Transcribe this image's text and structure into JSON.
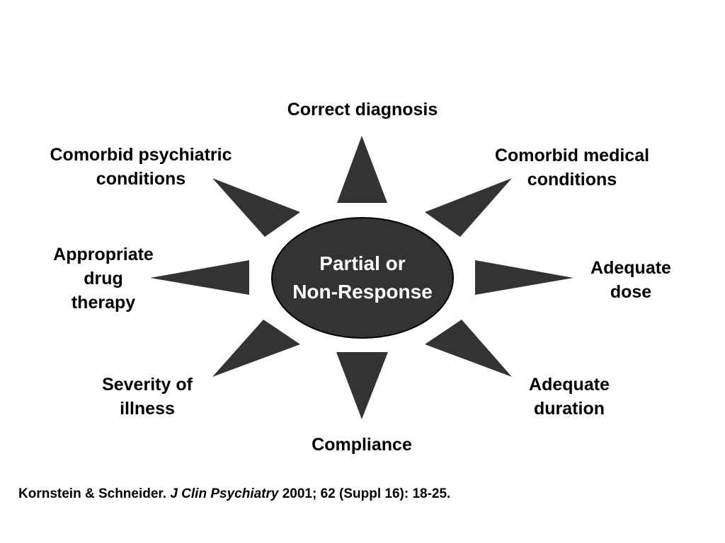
{
  "center": {
    "line1": "Partial or",
    "line2": "Non-Response"
  },
  "factors": [
    {
      "id": "correct-diagnosis",
      "lines": [
        "Correct diagnosis"
      ]
    },
    {
      "id": "comorbid-medical-conditions",
      "lines": [
        "Comorbid medical",
        "conditions"
      ]
    },
    {
      "id": "adequate-dose",
      "lines": [
        "Adequate",
        "dose"
      ]
    },
    {
      "id": "adequate-duration",
      "lines": [
        "Adequate",
        "duration"
      ]
    },
    {
      "id": "compliance",
      "lines": [
        "Compliance"
      ]
    },
    {
      "id": "severity-of-illness",
      "lines": [
        "Severity of",
        "illness"
      ]
    },
    {
      "id": "appropriate-drug-therapy",
      "lines": [
        "Appropriate",
        "drug",
        "therapy"
      ]
    },
    {
      "id": "comorbid-psychiatric-conditions",
      "lines": [
        "Comorbid psychiatric",
        "conditions"
      ]
    }
  ],
  "citation": {
    "authors": "Kornstein & Schneider. ",
    "journal": "J Clin Psychiatry",
    "details": " 2001; 62 (Suppl 16): 18-25."
  },
  "colors": {
    "ellipse_fill": "#333333",
    "ellipse_stroke": "#000000",
    "ray_fill": "#333333",
    "center_text": "#ffffff",
    "label_text": "#000000",
    "background": "#ffffff"
  }
}
